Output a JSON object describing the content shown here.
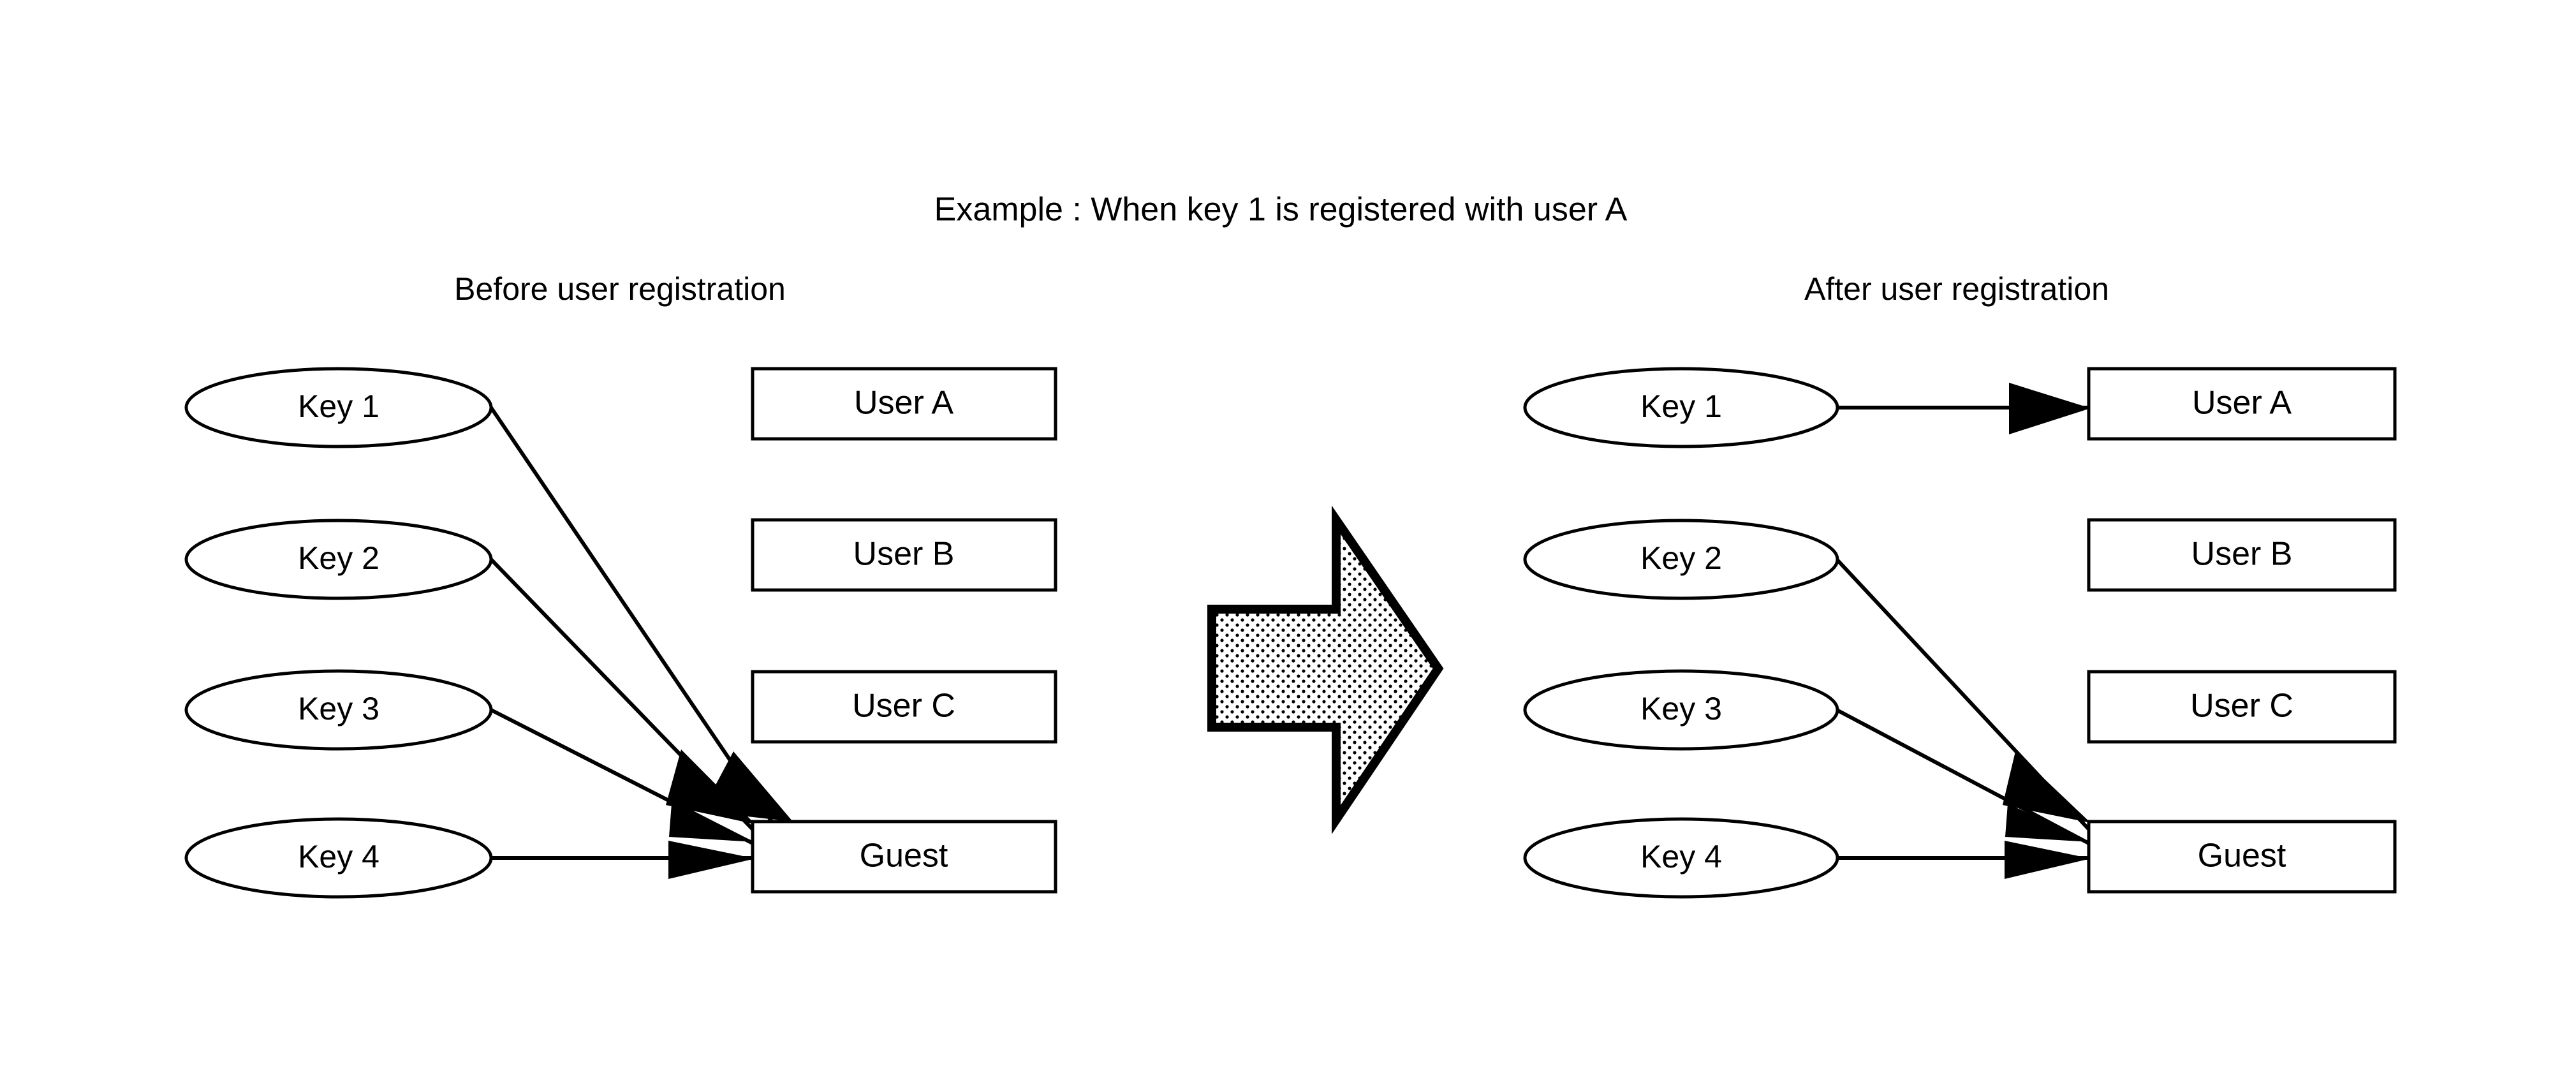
{
  "heading": {
    "title": "Example : When key 1 is registered with user A"
  },
  "panels": {
    "before": {
      "caption": "Before user registration",
      "keys": [
        {
          "label": "Key 1"
        },
        {
          "label": "Key 2"
        },
        {
          "label": "Key 3"
        },
        {
          "label": "Key 4"
        }
      ],
      "targets": [
        {
          "label": "User A"
        },
        {
          "label": "User B"
        },
        {
          "label": "User C"
        },
        {
          "label": "Guest"
        }
      ],
      "mappings": [
        {
          "from": "Key 1",
          "to": "Guest"
        },
        {
          "from": "Key 2",
          "to": "Guest"
        },
        {
          "from": "Key 3",
          "to": "Guest"
        },
        {
          "from": "Key 4",
          "to": "Guest"
        }
      ]
    },
    "after": {
      "caption": "After user registration",
      "keys": [
        {
          "label": "Key 1"
        },
        {
          "label": "Key 2"
        },
        {
          "label": "Key 3"
        },
        {
          "label": "Key 4"
        }
      ],
      "targets": [
        {
          "label": "User A"
        },
        {
          "label": "User B"
        },
        {
          "label": "User C"
        },
        {
          "label": "Guest"
        }
      ],
      "mappings": [
        {
          "from": "Key 1",
          "to": "User A"
        },
        {
          "from": "Key 2",
          "to": "Guest"
        },
        {
          "from": "Key 3",
          "to": "Guest"
        },
        {
          "from": "Key 4",
          "to": "Guest"
        }
      ]
    }
  },
  "transition": {
    "icon": "block-arrow-right-icon",
    "direction": "right"
  },
  "colors": {
    "background": "#ffffff",
    "stroke": "#000000",
    "fill": "#ffffff",
    "arrow_fill": "#000000",
    "block_arrow_pattern": "#000000"
  }
}
